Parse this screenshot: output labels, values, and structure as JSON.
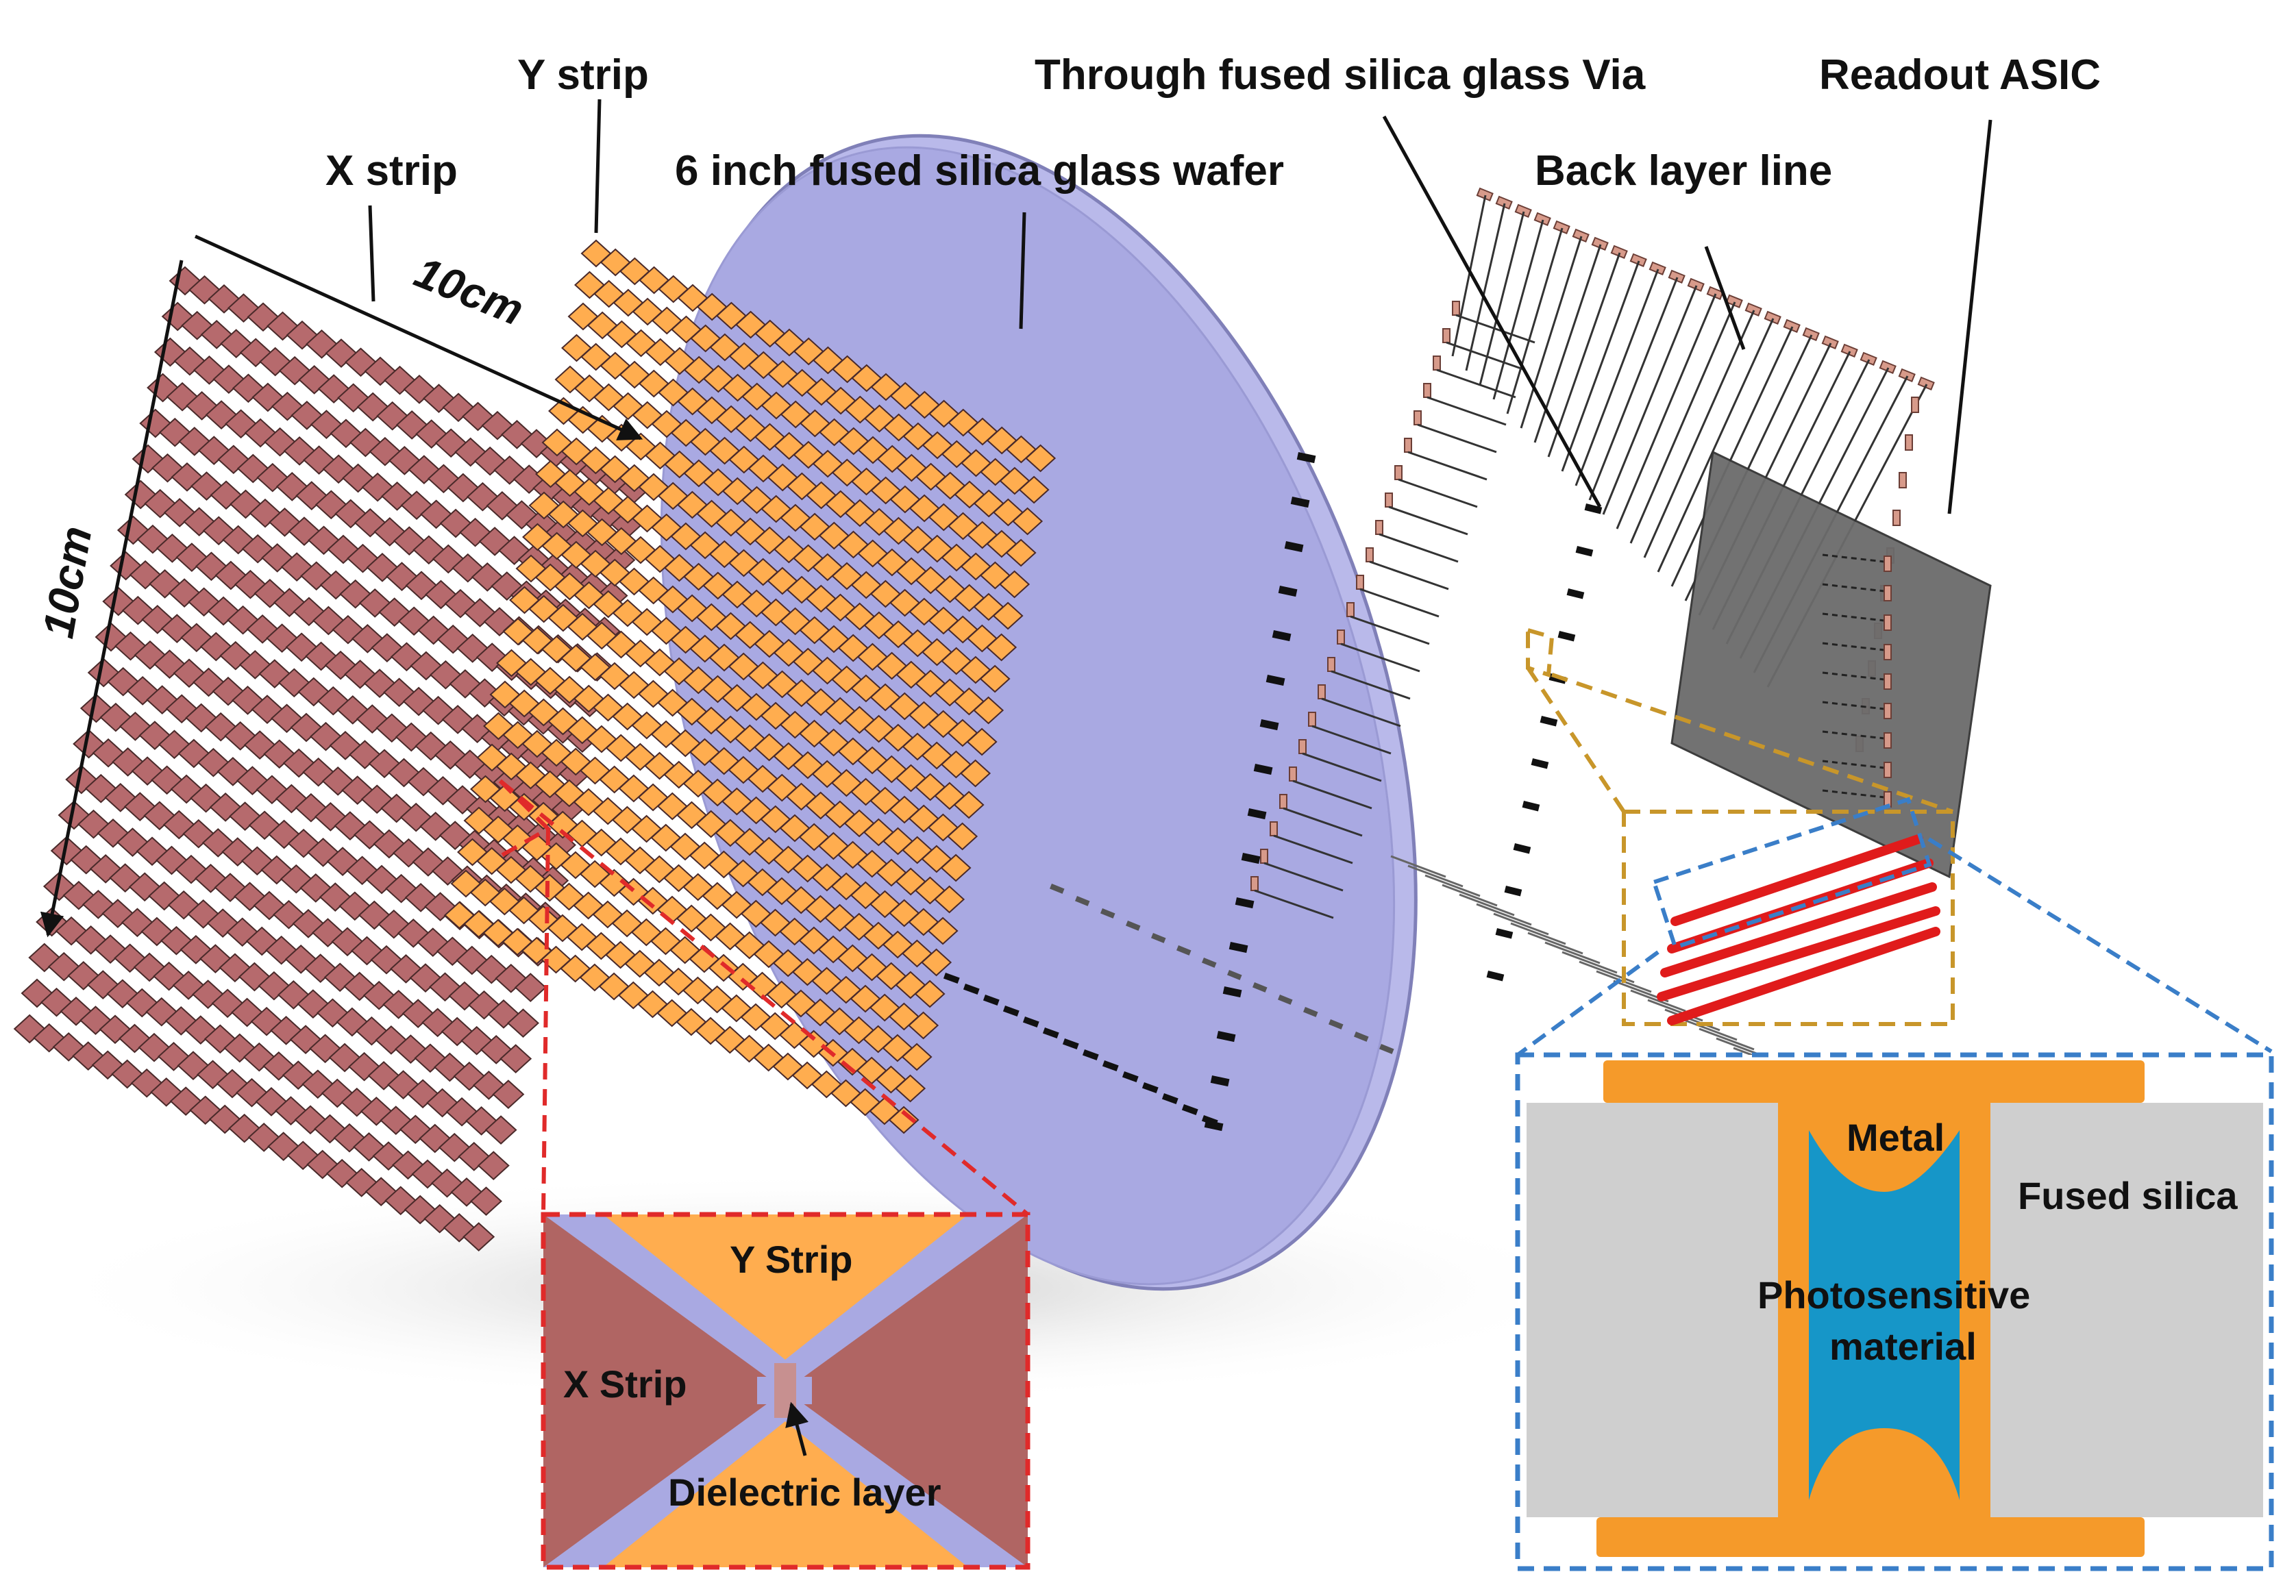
{
  "labels": {
    "y_strip": "Y strip",
    "x_strip": "X strip",
    "wafer": "6 inch fused silica glass wafer",
    "tgv": "Through fused silica glass Via",
    "back_layer": "Back layer line",
    "asic": "Readout ASIC",
    "dim_horizontal": "10cm",
    "dim_vertical": "10cm"
  },
  "inset_strip": {
    "y_strip": "Y Strip",
    "x_strip": "X Strip",
    "dielectric": "Dielectric layer"
  },
  "inset_via": {
    "metal": "Metal",
    "fused_silica": "Fused silica",
    "photosensitive_line1": "Photosensitive",
    "photosensitive_line2": "material"
  },
  "colors": {
    "x_strip": "#b66a6d",
    "y_strip": "#ffad4f",
    "wafer": "#a9a9e2",
    "asic": "#6a6a6a",
    "trace_red": "#e01b1b",
    "dash_red": "#e02a2a",
    "dash_gold": "#c8962a",
    "dash_blue": "#3a7ec8",
    "metal_orange": "#f59a2a",
    "via_blue": "#1696c8",
    "silica_gray": "#cfcfcf"
  }
}
